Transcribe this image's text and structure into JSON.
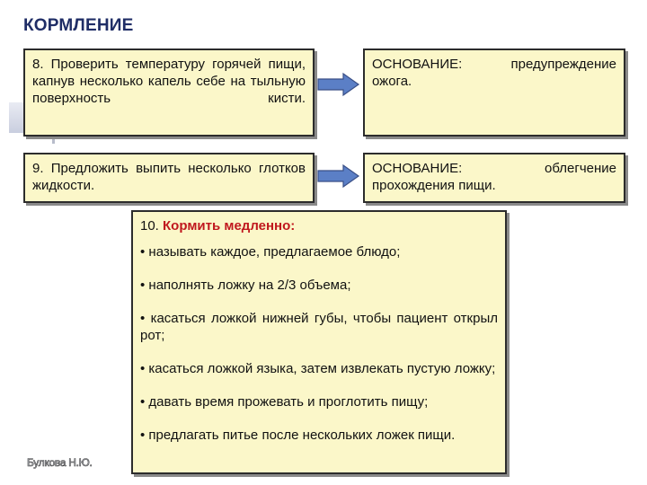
{
  "title": "КОРМЛЕНИЕ",
  "row1": {
    "step": "8. Проверить температуру горячей пищи, капнув несколько капель себе на тыльную поверхность кисти.",
    "basis_label": "ОСНОВАНИЕ:",
    "basis_text_1": "предупреждение",
    "basis_text_2": "ожога."
  },
  "row2": {
    "step": "9. Предложить выпить несколько глотков жидкости.",
    "basis_label": "ОСНОВАНИЕ:",
    "basis_text_1": "облегчение",
    "basis_text_2": "прохождения пищи."
  },
  "feeding": {
    "num": "10.",
    "heading": "Кормить медленно:",
    "items": [
      "• называть каждое, предлагаемое блюдо;",
      "• наполнять ложку на 2/3 объема;",
      "• касаться ложкой нижней губы, чтобы пациент открыл рот;",
      "• касаться ложкой языка, затем извлекать пустую ложку;",
      "• давать время прожевать и проглотить пищу;",
      "• предлагать питье после нескольких ложек пищи."
    ]
  },
  "author": "Булкова Н.Ю.",
  "colors": {
    "box_fill": "#fbf7c9",
    "arrow_fill": "#5b7fc6",
    "title_color": "#1f2d66",
    "accent_red": "#c0181e"
  }
}
